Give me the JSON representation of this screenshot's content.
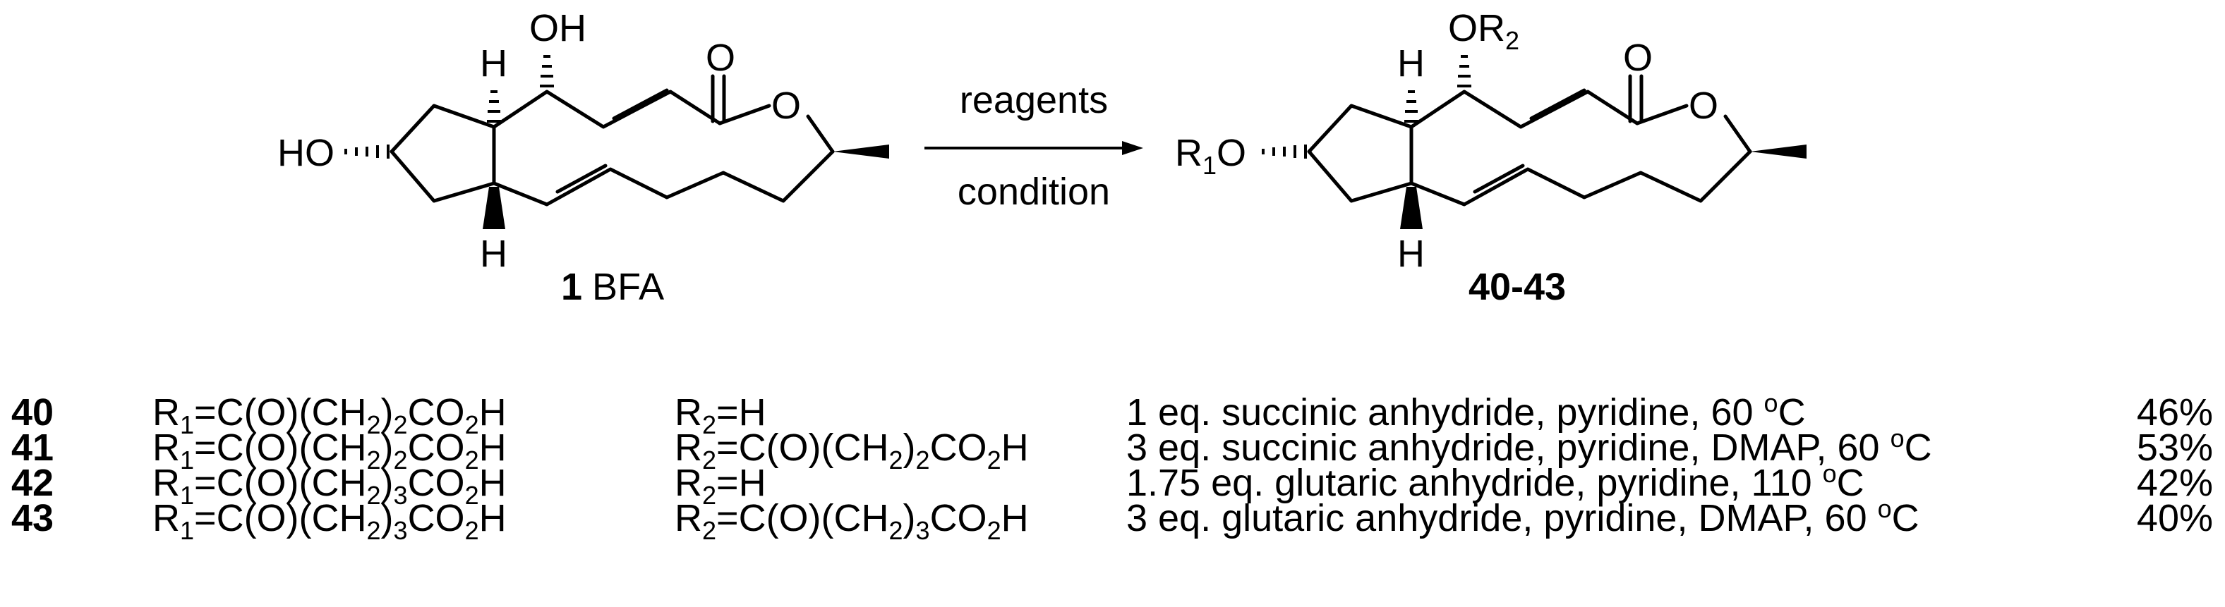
{
  "scheme": {
    "start": {
      "oh_top": "OH",
      "ho_left": "HO",
      "h_top": "H",
      "h_bottom": "H",
      "carbonyl_o": "O",
      "ring_o": "O",
      "number": "1",
      "name": "BFA"
    },
    "arrow": {
      "above": "reagents",
      "below": "condition"
    },
    "product": {
      "or2_o": "OR",
      "or2_sub": "2",
      "r1_r": "R",
      "r1_sub": "1",
      "r1_o": "O",
      "h_top": "H",
      "h_bottom": "H",
      "carbonyl_o": "O",
      "ring_o": "O",
      "label": "40-43"
    }
  },
  "rows": [
    {
      "compound": "40",
      "r1": [
        "R",
        "1",
        "=C(O)(CH",
        "2",
        ")",
        "2",
        "CO",
        "2",
        "H"
      ],
      "r2": [
        "R",
        "2",
        "=H"
      ],
      "condition_pre": "1 eq. succinic anhydride, pyridine, 60 ",
      "deg": "o",
      "unit": "C",
      "yield": "46%"
    },
    {
      "compound": "41",
      "r1": [
        "R",
        "1",
        "=C(O)(CH",
        "2",
        ")",
        "2",
        "CO",
        "2",
        "H"
      ],
      "r2": [
        "R",
        "2",
        "=C(O)(CH",
        "2",
        ")",
        "2",
        "CO",
        "2",
        "H"
      ],
      "condition_pre": "3 eq. succinic anhydride, pyridine, DMAP, 60 ",
      "deg": "o",
      "unit": "C",
      "yield": "53%"
    },
    {
      "compound": "42",
      "r1": [
        "R",
        "1",
        "=C(O)(CH",
        "2",
        ")",
        "3",
        "CO",
        "2",
        "H"
      ],
      "r2": [
        "R",
        "2",
        "=H"
      ],
      "condition_pre": "1.75 eq. glutaric anhydride, pyridine, 110 ",
      "deg": "o",
      "unit": "C",
      "yield": "42%"
    },
    {
      "compound": "43",
      "r1": [
        "R",
        "1",
        "=C(O)(CH",
        "2",
        ")",
        "3",
        "CO",
        "2",
        "H"
      ],
      "r2": [
        "R",
        "2",
        "=C(O)(CH",
        "2",
        ")",
        "3",
        "CO",
        "2",
        "H"
      ],
      "condition_pre": "3 eq. glutaric anhydride, pyridine, DMAP, 60 ",
      "deg": "o",
      "unit": "C",
      "yield": "40%"
    }
  ]
}
